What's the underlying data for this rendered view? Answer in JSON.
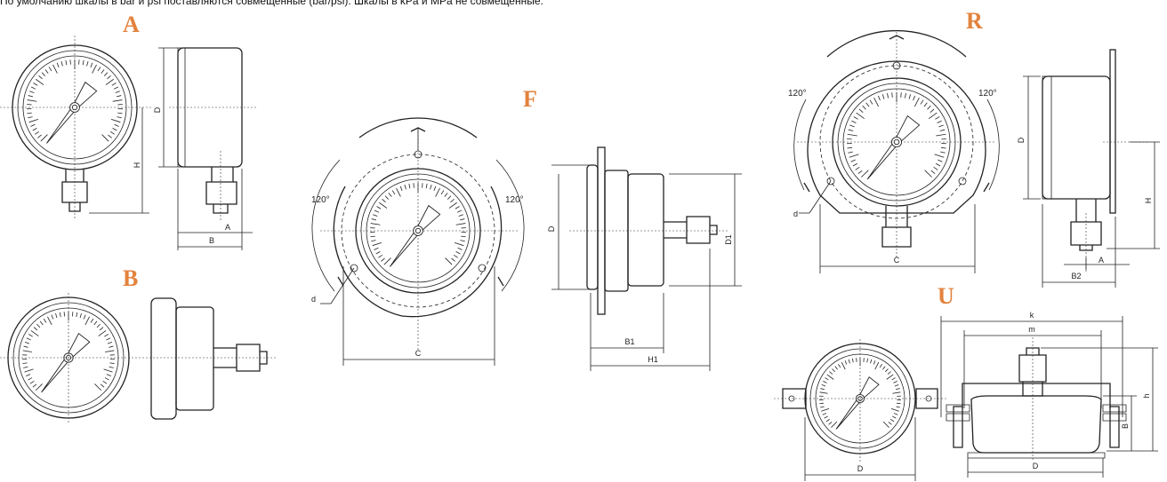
{
  "note": "По умолчанию шкалы в bar и psi поставляются совмещенные (bar/psi). Шкалы в kPa и MPa не совмещенные.",
  "views": {
    "a": {
      "letter": "A",
      "labels": {
        "d": "D",
        "h": "H",
        "a": "A",
        "b": "B"
      }
    },
    "b": {
      "letter": "B"
    },
    "f": {
      "letter": "F",
      "labels": {
        "angle_left": "120°",
        "angle_right": "120°",
        "d_hole": "d",
        "c": "C",
        "d": "D",
        "d1": "D1",
        "b1": "B1",
        "h1": "H1"
      }
    },
    "r": {
      "letter": "R",
      "labels": {
        "angle_left": "120°",
        "angle_right": "120°",
        "d_hole": "d",
        "c": "C",
        "d": "D",
        "h": "H",
        "a": "A",
        "b2": "B2"
      }
    },
    "u": {
      "letter": "U",
      "labels": {
        "k": "k",
        "m": "m",
        "h": "h",
        "b": "B",
        "d_front": "D",
        "d_side": "D"
      }
    }
  }
}
